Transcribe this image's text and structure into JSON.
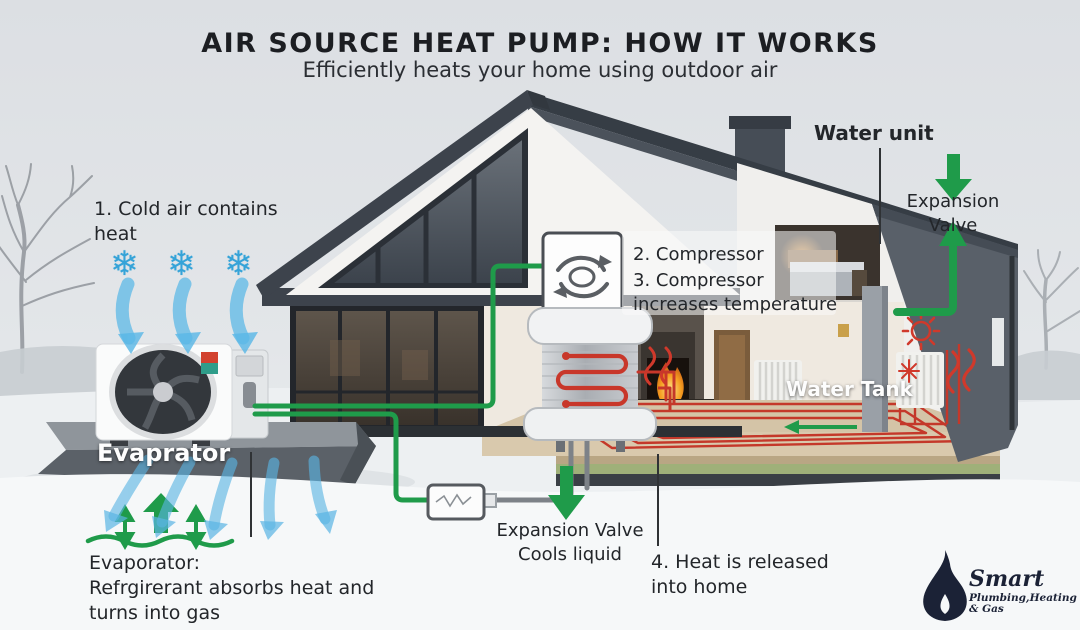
{
  "header": {
    "title": "AIR SOURCE HEAT PUMP: HOW IT WORKS",
    "subtitle": "Efficiently heats your home using outdoor air"
  },
  "annotations": {
    "step1": "1. Cold air contains\nheat",
    "step2": "2. Compressor",
    "step3": "3. Compressor\nincreases temperature",
    "step4": "4. Heat is released\ninto home",
    "evaporator_note": "Evaporator:\nRefrgirerant absorbs heat and\nturns into gas",
    "expansion_valve_cools": "Expansion Valve\nCools liquid",
    "expansion_valve": "Expansion\nValve",
    "water_unit": "Water unit"
  },
  "equipment_labels": {
    "water_tank": "Water Tank",
    "evaprator": "Evaprator"
  },
  "logo": {
    "name": "Smart",
    "tagline": "Plumbing,Heating & Gas"
  },
  "icons": {
    "snowflake": "❄"
  },
  "colors": {
    "accent_green": "#1f9b4a",
    "cold_blue": "#58b7e6",
    "heat_red": "#c8372a",
    "roof_dark": "#3d434c",
    "logo_navy": "#1b2236"
  }
}
